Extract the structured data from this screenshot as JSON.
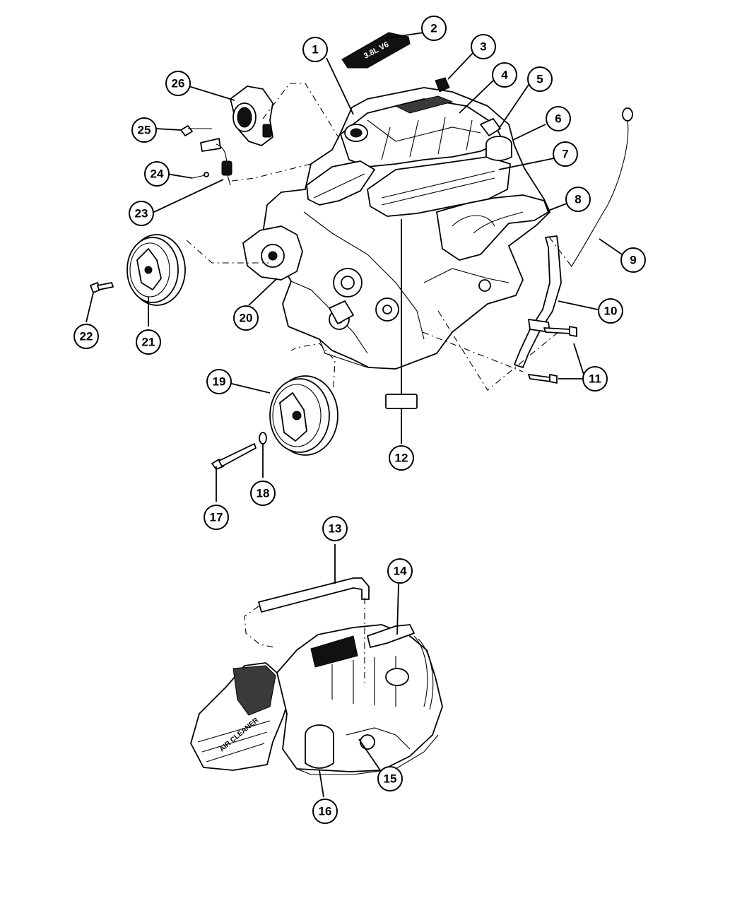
{
  "callouts": [
    {
      "id": "1",
      "label": "1"
    },
    {
      "id": "2",
      "label": "2"
    },
    {
      "id": "3",
      "label": "3"
    },
    {
      "id": "4",
      "label": "4"
    },
    {
      "id": "5",
      "label": "5"
    },
    {
      "id": "6",
      "label": "6"
    },
    {
      "id": "7",
      "label": "7"
    },
    {
      "id": "8",
      "label": "8"
    },
    {
      "id": "9",
      "label": "9"
    },
    {
      "id": "10",
      "label": "10"
    },
    {
      "id": "11",
      "label": "11"
    },
    {
      "id": "12",
      "label": "12"
    },
    {
      "id": "13",
      "label": "13"
    },
    {
      "id": "14",
      "label": "14"
    },
    {
      "id": "15",
      "label": "15"
    },
    {
      "id": "16",
      "label": "16"
    },
    {
      "id": "17",
      "label": "17"
    },
    {
      "id": "18",
      "label": "18"
    },
    {
      "id": "19",
      "label": "19"
    },
    {
      "id": "20",
      "label": "20"
    },
    {
      "id": "21",
      "label": "21"
    },
    {
      "id": "22",
      "label": "22"
    },
    {
      "id": "23",
      "label": "23"
    },
    {
      "id": "24",
      "label": "24"
    },
    {
      "id": "25",
      "label": "25"
    },
    {
      "id": "26",
      "label": "26"
    }
  ],
  "emblem_text": "3.8L V6",
  "air_cleaner_text": "AIR CLEANER"
}
